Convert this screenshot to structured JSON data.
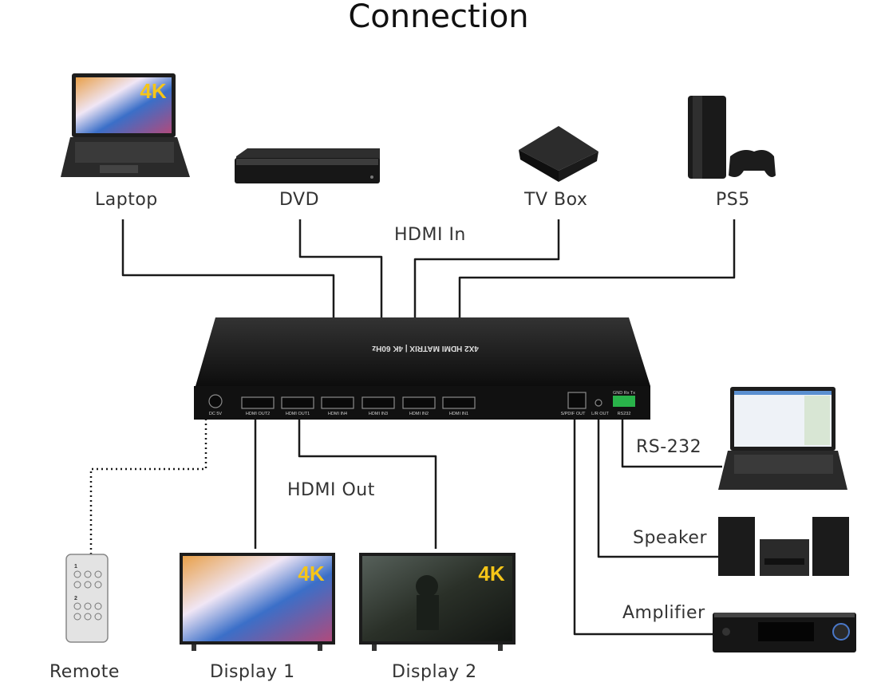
{
  "title": "Connection",
  "sources": {
    "laptop": "Laptop",
    "dvd": "DVD",
    "tvbox": "TV Box",
    "ps5": "PS5"
  },
  "hdmi_in_label": "HDMI In",
  "hdmi_out_label": "HDMI Out",
  "outputs": {
    "display1": "Display 1",
    "display2": "Display 2",
    "remote": "Remote"
  },
  "peripherals": {
    "rs232": "RS-232",
    "speaker": "Speaker",
    "amplifier": "Amplifier"
  },
  "device": {
    "top_text": "4X2 HDMI MATRIX | 4K 60Hz",
    "ports": [
      "DC 5V",
      "HDMI OUT2",
      "HDMI OUT1",
      "HDMI IN4",
      "HDMI IN3",
      "HDMI IN2",
      "HDMI IN1",
      "S/PDIF OUT",
      "L/R OUT",
      "RS232"
    ],
    "rs232_pins": "GND Rx Tx"
  },
  "screen_badges": {
    "laptop": "4K",
    "display1": "4K",
    "display2": "4K"
  },
  "remote_marks": [
    "1",
    "2"
  ],
  "colors": {
    "device": "#1e1e1e",
    "cable": "#1a1a1a",
    "label": "#333333"
  }
}
